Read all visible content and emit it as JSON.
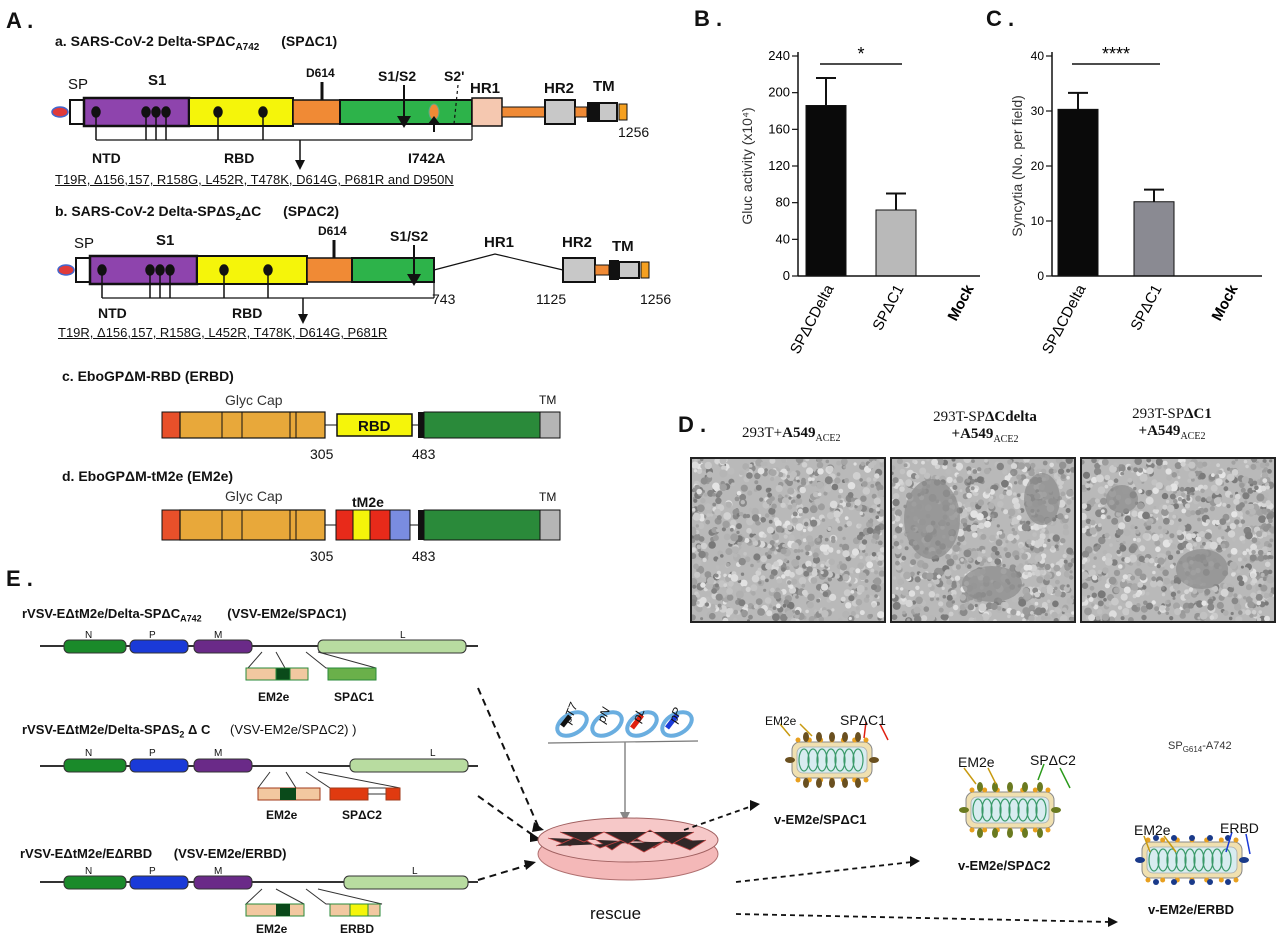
{
  "panels": {
    "A": "A .",
    "B": "B .",
    "C": "C .",
    "D": "D .",
    "E": "E ."
  },
  "panelA": {
    "a_title": "a. SARS-CoV-2 Delta-SPΔC",
    "a_title_sub": "A742",
    "a_abbrev": "(SPΔC1)",
    "b_title": "b. SARS-CoV-2 Delta-SPΔS",
    "b_title_sub": "2",
    "b_title_tail": "ΔC",
    "b_abbrev": "(SPΔC2)",
    "labels": {
      "SP": "SP",
      "S1": "S1",
      "D614": "D614",
      "S1S2": "S1/S2",
      "S2p": "S2'",
      "HR1": "HR1",
      "HR2": "HR2",
      "TM": "TM",
      "NTD": "NTD",
      "RBD": "RBD",
      "I742A": "I742A",
      "n1256": "1256",
      "n743": "743",
      "n1125": "1125"
    },
    "a_mutations": "T19R, Δ156,157, R158G,   L452R, T478K, D614G, P681R and D950N",
    "b_mutations": "T19R, Δ156,157, R158G,   L452R, T478K, D614G, P681R",
    "c_title": "c. EboGPΔM-RBD   (ERBD)",
    "d_title": "d.  EboGPΔM-tM2e   (EM2e)",
    "glyc_cap": "Glyc Cap",
    "c_rbd": "RBD",
    "d_tm2e": "tM2e",
    "n305": "305",
    "n483": "483"
  },
  "chart_data": [
    {
      "type": "bar",
      "panel": "B",
      "categories": [
        "SPΔCDelta",
        "SPΔC1",
        "Mock"
      ],
      "values": [
        186,
        72,
        0
      ],
      "errors": [
        30,
        18,
        0
      ],
      "ylabel": "Gluc activity (x10⁴)",
      "ylim": [
        0,
        240
      ],
      "yticks": [
        "0",
        "40",
        "80",
        "120",
        "160",
        "200",
        "240"
      ],
      "significance": "*",
      "colors": [
        "#0a0a0a",
        "#b9b9b9",
        "#ffffff"
      ]
    },
    {
      "type": "bar",
      "panel": "C",
      "categories": [
        "SPΔCDelta",
        "SPΔC1",
        "Mock"
      ],
      "values": [
        30.3,
        13.5,
        0
      ],
      "errors": [
        3,
        2.2,
        0
      ],
      "ylabel": "Syncytia (No. per field)",
      "ylim": [
        0,
        40
      ],
      "yticks": [
        "0",
        "10",
        "20",
        "30",
        "40"
      ],
      "significance": "****",
      "colors": [
        "#0a0a0a",
        "#8a8a92",
        "#ffffff"
      ]
    }
  ],
  "panelD": {
    "t1": "293T+",
    "t1b": "A549",
    "t1s": "ACE2",
    "t2": "293T-SP",
    "t2b": "ΔCdelta",
    "t2c": "+A549",
    "t2s": "ACE2",
    "t3": "293T-SP",
    "t3b": "ΔC1",
    "t3c": "+A549",
    "t3s": "ACE2"
  },
  "panelE": {
    "c1_pre": "rVSV-EΔtM2e/Delta-SPΔC",
    "c1_sub": "A742",
    "c1_abbrev": "(VSV-EM2e/SPΔC1)",
    "c2_pre": "rVSV-EΔtM2e/Delta-SPΔS",
    "c2_sub": "2",
    "c2_tail": " Δ C",
    "c2_abbrev": "(VSV-EM2e/SPΔC2) )",
    "c3_pre": "rVSV-EΔtM2e/EΔRBD",
    "c3_abbrev": "(VSV-EM2e/ERBD)",
    "genes": {
      "N": "N",
      "P": "P",
      "M": "M",
      "L": "L"
    },
    "ins_em2e": "EM2e",
    "ins_spdc1": "SPΔC1",
    "ins_spdc2": "SPΔC2",
    "ins_erbd": "ERBD",
    "plasmids": [
      "pT7",
      "pN",
      "pL",
      "pP"
    ],
    "rescue": "rescue",
    "v1": "v-EM2e/SPΔC1",
    "v2": "v-EM2e/SPΔC2",
    "v3": "v-EM2e/ERBD",
    "lbl_em2e": "EM2e",
    "lbl_spdc1": "SPΔC1",
    "lbl_spdc2": "SPΔC2",
    "lbl_erbd": "ERBD",
    "note_sp": "SP",
    "note_sub": "G614",
    "note_tail": "-A742"
  }
}
